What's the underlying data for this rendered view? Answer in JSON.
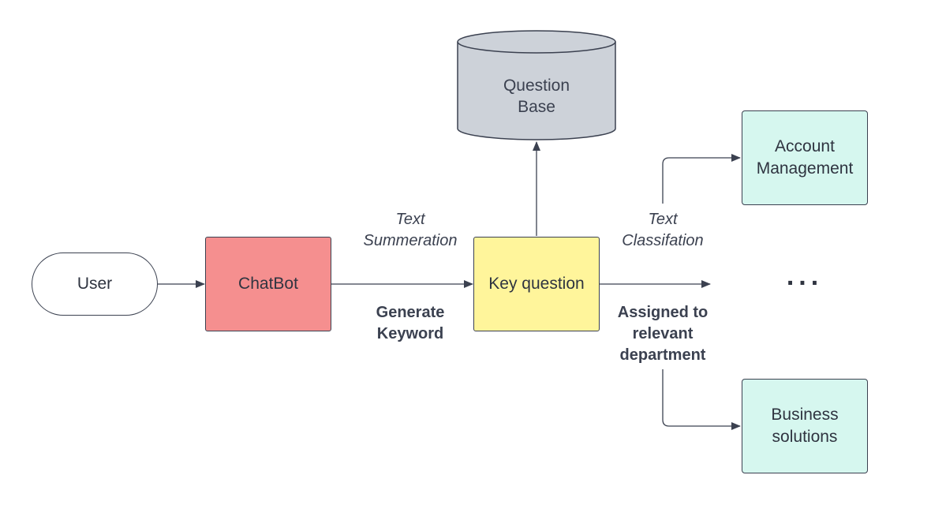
{
  "nodes": {
    "user": "User",
    "chatbot": "ChatBot",
    "key_question": "Key question",
    "question_base": "Question\nBase",
    "account_management": "Account\nManagement",
    "business_solutions": "Business\nsolutions",
    "ellipsis": "..."
  },
  "edge_labels": {
    "text_summeration": "Text\nSummeration",
    "generate_keyword": "Generate\nKeyword",
    "text_classifation": "Text\nClassifation",
    "assigned_department": "Assigned to\nrelevant\ndepartment"
  },
  "colors": {
    "chatbot_fill": "#f58f8f",
    "key_question_fill": "#fff59b",
    "question_base_fill": "#cdd2d9",
    "department_fill": "#d6f7ef",
    "user_fill": "#ffffff",
    "stroke": "#3b4150"
  }
}
